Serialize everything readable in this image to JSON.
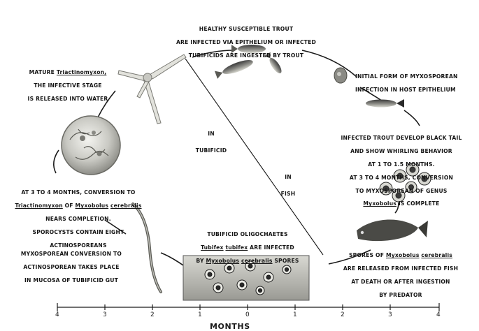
{
  "labels": {
    "trout_top": [
      "HEALTHY SUSCEPTIBLE TROUT",
      "ARE INFECTED VIA EPITHELIUM OR INFECTED",
      "TUBIFICIDS ARE INGESTED BY TROUT"
    ],
    "mature": {
      "line1": "MATURE ",
      "line1_u": "Triactinomyxon,",
      "line2": "THE INFECTIVE STAGE",
      "line3": "IS RELEASED INTO WATER"
    },
    "initial_form": [
      "INITIAL FORM OF MYXOSPOREAN",
      "INFECTION IN HOST EPITHELIUM"
    ],
    "infected_trout": {
      "lines": [
        "INFECTED TROUT DEVELOP BLACK TAIL",
        "AND SHOW WHIRLING BEHAVIOR",
        "AT 1 TO 1.5 MONTHS.",
        "AT 3 TO 4 MONTHS, CONVERSION",
        "TO MYXOSPOREAN OF GENUS"
      ],
      "genus": "Myxobolus",
      "tail": " IS COMPLETE"
    },
    "in_tubificid": [
      "IN",
      "TUBIFICID"
    ],
    "in_fish": [
      "IN",
      "FISH"
    ],
    "conversion": {
      "line1": "AT 3 TO 4 MONTHS, CONVERSION TO",
      "line2_u1": "Triactinomyxon",
      "line2_mid": " OF ",
      "line2_u2": "Myxobolus",
      "line2_sp": " ",
      "line2_u3": "cerebralis",
      "line3": "NEARS COMPLETION.",
      "line4": "SPOROCYSTS CONTAIN EIGHT",
      "line5": "ACTINOSPOREANS"
    },
    "tubificid": {
      "line1": "TUBIFICID OLIGOCHAETES",
      "line2_u1": "Tubifex",
      "line2_sp": " ",
      "line2_u2": "tubifex",
      "line2_tail": " ARE INFECTED",
      "line3_pre": "BY ",
      "line3_u1": "Myxobolus",
      "line3_sp": " ",
      "line3_u2": "cerebralis",
      "line3_tail": " SPORES"
    },
    "myxo_conversion": [
      "MYXOSPOREAN CONVERSION TO",
      "ACTINOSPOREAN TAKES PLACE",
      "IN MUCOSA OF TUBIFICID GUT"
    ],
    "spores": {
      "line1_pre": "SPORES OF ",
      "line1_u1": "Myxobolus",
      "line1_sp": " ",
      "line1_u2": "cerebralis",
      "line2": "ARE RELEASED FROM INFECTED FISH",
      "line3": "AT DEATH OR AFTER INGESTION",
      "line4": "BY PREDATOR"
    }
  },
  "axis": {
    "title": "MONTHS",
    "ticks": [
      "4",
      "3",
      "2",
      "1",
      "0",
      "1",
      "2",
      "3",
      "4"
    ]
  }
}
